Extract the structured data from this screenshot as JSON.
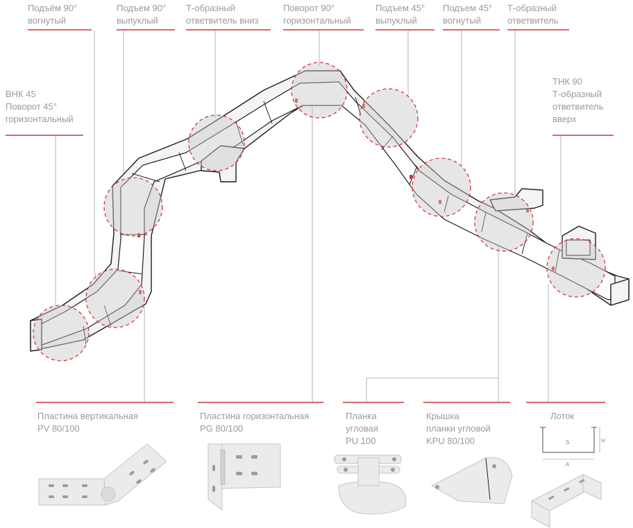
{
  "top_labels": [
    {
      "lines": [
        "Подъём 90°",
        "вогнутый"
      ]
    },
    {
      "lines": [
        "Подъем 90°",
        "выпуклый"
      ]
    },
    {
      "lines": [
        "Т-образный",
        "ответвитель вниз"
      ]
    },
    {
      "lines": [
        "Поворот 90°",
        "горизонтальный"
      ]
    },
    {
      "lines": [
        "Подъем 45°",
        "выпуклый"
      ]
    },
    {
      "lines": [
        "Подъем 45°",
        "вогнутый"
      ]
    },
    {
      "lines": [
        "Т-образный",
        "ответвитель"
      ]
    }
  ],
  "side_labels": {
    "left": {
      "lines": [
        "ВНК 45",
        "Поворот 45°",
        "горизонтальный"
      ]
    },
    "right": {
      "lines": [
        "ТНК 90",
        "Т-образный",
        "ответвитель",
        "вверх"
      ]
    }
  },
  "bottom_labels": [
    {
      "lines": [
        "Пластина вертикальная",
        "PV 80/100"
      ]
    },
    {
      "lines": [
        "Пластина горизонтальная",
        "PG 80/100"
      ]
    },
    {
      "lines": [
        "Планка",
        "угловая",
        "PU 100"
      ]
    },
    {
      "lines": [
        "Крышка",
        "планки угловой",
        "KPU 80/100"
      ]
    },
    {
      "lines": [
        "Лоток"
      ]
    }
  ],
  "tray_dims": {
    "s": "S",
    "h": "H",
    "a": "A"
  },
  "colors": {
    "accent": "#d4343c",
    "label": "#9a9a9a",
    "outline": "#1c1c1c"
  }
}
